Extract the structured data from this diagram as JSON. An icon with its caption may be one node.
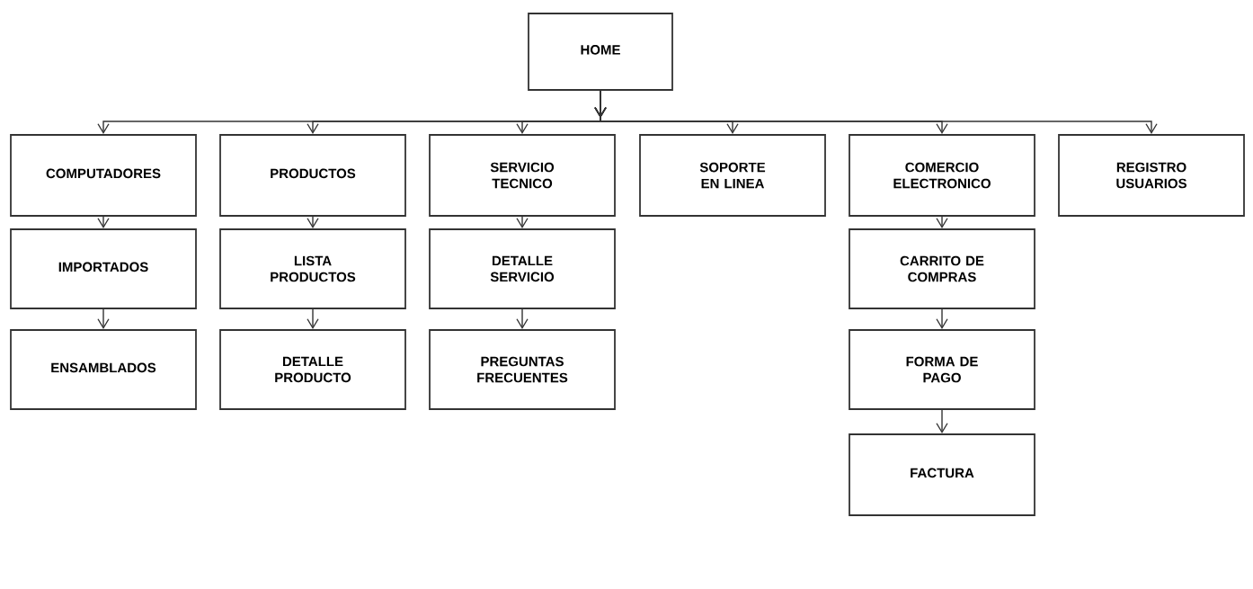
{
  "diagram": {
    "nodes": [
      {
        "text": [
          "HOME"
        ]
      },
      {
        "text": [
          "COMPUTADORES"
        ]
      },
      {
        "text": [
          "PRODUCTOS"
        ]
      },
      {
        "text": [
          "SERVICIO TECNICO"
        ]
      },
      {
        "text": [
          "SOPORTE EN LINEA"
        ]
      },
      {
        "text": [
          "COMERCIO ELECTRONICO"
        ]
      },
      {
        "text": [
          "REGISTRO USUARIOS"
        ]
      },
      {
        "text": [
          "IMPORTADOS"
        ]
      },
      {
        "text": [
          "LISTA PRODUCTOS"
        ]
      },
      {
        "text": [
          "DETALLE SERVICIO"
        ]
      },
      {
        "text": [
          "CARRITO DE COMPRAS"
        ]
      },
      {
        "text": [
          "ENSAMBLADOS"
        ]
      },
      {
        "text": [
          "DETALLE PRODUCTO"
        ]
      },
      {
        "text": [
          "PREGUNTAS FRECUENTES"
        ]
      },
      {
        "text": [
          "FORMA DE PAGO"
        ]
      },
      {
        "text": [
          "FACTURA"
        ]
      }
    ],
    "edges": [
      {
        "from": 0,
        "to": 1,
        "arrow": "to"
      },
      {
        "from": 0,
        "to": 2,
        "arrow": "to"
      },
      {
        "from": 0,
        "to": 3,
        "arrow": "to"
      },
      {
        "from": 0,
        "to": 4,
        "arrow": "to"
      },
      {
        "from": 0,
        "to": 5,
        "arrow": "to"
      },
      {
        "from": 0,
        "to": 6,
        "arrow": "to"
      },
      {
        "from": 1,
        "to": 7,
        "arrow": "to"
      },
      {
        "from": 7,
        "to": 11,
        "arrow": "to"
      },
      {
        "from": 2,
        "to": 8,
        "arrow": "to"
      },
      {
        "from": 8,
        "to": 12,
        "arrow": "to"
      },
      {
        "from": 3,
        "to": 9,
        "arrow": "to"
      },
      {
        "from": 9,
        "to": 13,
        "arrow": "to"
      },
      {
        "from": 5,
        "to": 10,
        "arrow": "to"
      },
      {
        "from": 10,
        "to": 14,
        "arrow": "to"
      },
      {
        "from": 14,
        "to": 15,
        "arrow": "to"
      }
    ]
  }
}
